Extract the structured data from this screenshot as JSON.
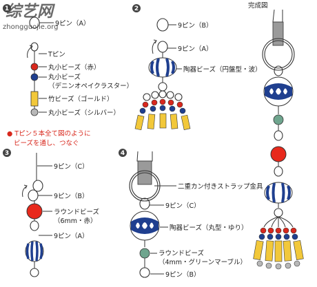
{
  "watermark": {
    "site_cn": "综艺网",
    "site_url": "zhongguojie.org"
  },
  "step1": {
    "number": "1",
    "labels": {
      "pin9_a": "9ピン（A）",
      "t_pin": "Tピン",
      "bead_red": "丸小ビーズ（赤）",
      "bead_denim_1": "丸小ビーズ",
      "bead_denim_2": "（デニンオペイクラスター）",
      "bamboo_gold": "竹ビーズ（ゴールド）",
      "bead_silver": "丸小ビーズ（シルバー）"
    },
    "note_line1": "● Tピン５本全て図のように",
    "note_line2": "ビーズを通し、つなぐ"
  },
  "step2": {
    "number": "2",
    "labels": {
      "pin9_b": "9ピン（B）",
      "pin9_a": "9ピン（A）",
      "ceramic_disc": "陶器ビーズ（円盤型・波）"
    }
  },
  "step3": {
    "number": "3",
    "labels": {
      "pin9_c": "9ピン（C）",
      "pin9_b": "9ピン（B）",
      "round_bead_1": "ラウンドビーズ",
      "round_bead_2": "（6mm・赤）",
      "pin9_a": "9ピン（A）"
    }
  },
  "step4": {
    "number": "4",
    "labels": {
      "strap_ring": "二重カン付きストラップ金具",
      "pin9_c": "9ピン（C）",
      "ceramic_round": "陶器ビーズ（丸型・ゆり）",
      "round_bead_1": "ラウンドビーズ",
      "round_bead_2": "（4mm・グリーンマーブル）",
      "pin9_b": "9ピン（B）"
    }
  },
  "finished": {
    "title": "完成図"
  },
  "colors": {
    "red_bead": "#d8281d",
    "navy_bead": "#1f3f8f",
    "gold_bamboo": "#f2c83a",
    "silver_bead": "#b8b8b8",
    "green_bead": "#6fa58e",
    "strap_gray": "#9a9a9a",
    "note_red": "#d8281d"
  }
}
